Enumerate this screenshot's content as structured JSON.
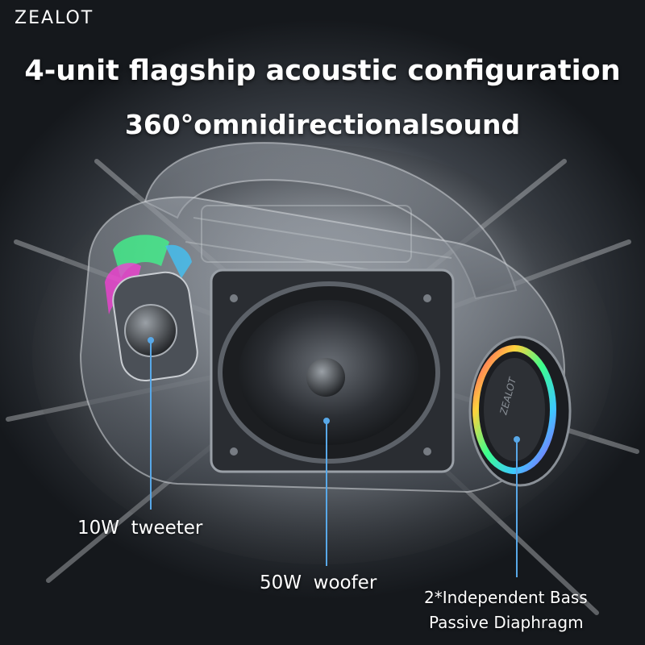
{
  "brand": "ZEALOT",
  "headline_line1": "4-unit flagship acoustic configuration",
  "headline_line2": "360°omnidirectionalsound",
  "callouts": {
    "tweeter": "10W  tweeter",
    "woofer": "50W  woofer",
    "passive_line1": "2*Independent Bass",
    "passive_line2": "Passive Diaphragm"
  },
  "colors": {
    "pointer": "#58a8e8",
    "rgb_ring": [
      "#ff3c6e",
      "#ffd23c",
      "#3cff8c",
      "#3cc8ff",
      "#a050ff"
    ]
  }
}
